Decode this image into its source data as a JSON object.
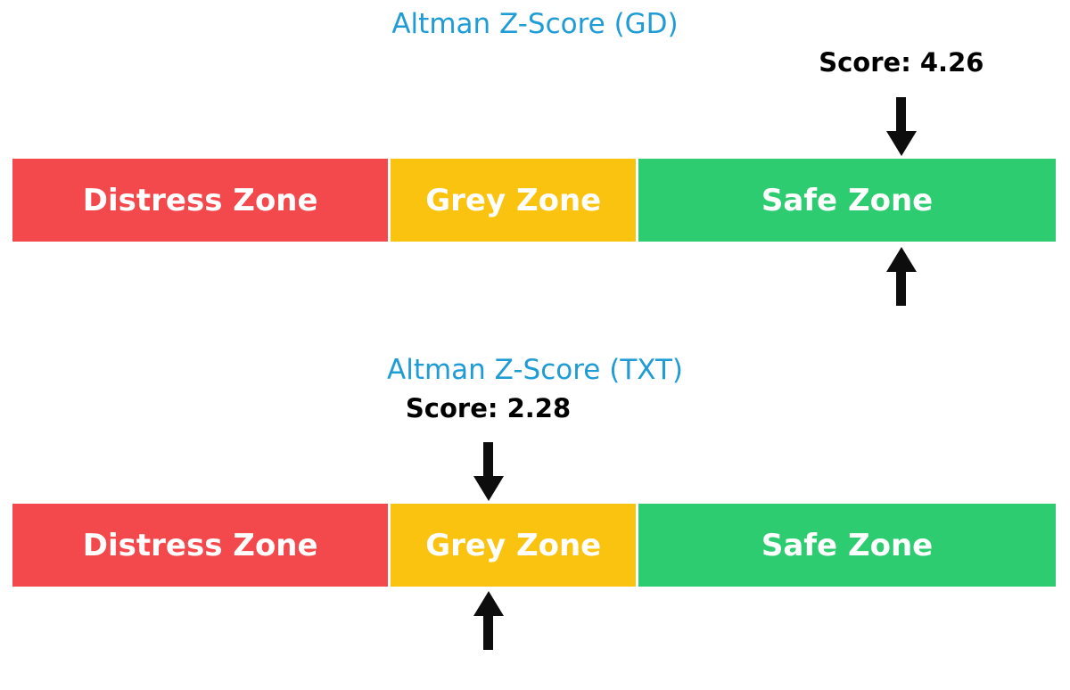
{
  "page": {
    "background": "#ffffff"
  },
  "chart_data": [
    {
      "type": "bar",
      "subtype": "zone-gauge",
      "orientation": "horizontal",
      "title": "Altman Z-Score (GD)",
      "title_color": "#1F9CD6",
      "score": 4.26,
      "score_label": "Score: 4.26",
      "score_label_color": "#000000",
      "xlim": [
        0,
        5
      ],
      "marker": "black arrows above and below bar at score position",
      "zones": [
        {
          "label": "Distress Zone",
          "range": [
            0,
            1.81
          ],
          "color": "#F3484C",
          "text_color": "#ffffff"
        },
        {
          "label": "Grey Zone",
          "range": [
            1.81,
            2.99
          ],
          "color": "#F9C30F",
          "text_color": "#ffffff"
        },
        {
          "label": "Safe Zone",
          "range": [
            2.99,
            5
          ],
          "color": "#2ECC71",
          "text_color": "#ffffff"
        }
      ],
      "grid": false,
      "axes_visible": false,
      "legend": false
    },
    {
      "type": "bar",
      "subtype": "zone-gauge",
      "orientation": "horizontal",
      "title": "Altman Z-Score (TXT)",
      "title_color": "#1F9CD6",
      "score": 2.28,
      "score_label": "Score: 2.28",
      "score_label_color": "#000000",
      "xlim": [
        0,
        5
      ],
      "marker": "black arrows above and below bar at score position",
      "zones": [
        {
          "label": "Distress Zone",
          "range": [
            0,
            1.81
          ],
          "color": "#F3484C",
          "text_color": "#ffffff"
        },
        {
          "label": "Grey Zone",
          "range": [
            1.81,
            2.99
          ],
          "color": "#F9C30F",
          "text_color": "#ffffff"
        },
        {
          "label": "Safe Zone",
          "range": [
            2.99,
            5
          ],
          "color": "#2ECC71",
          "text_color": "#ffffff"
        }
      ],
      "grid": false,
      "axes_visible": false,
      "legend": false
    }
  ]
}
